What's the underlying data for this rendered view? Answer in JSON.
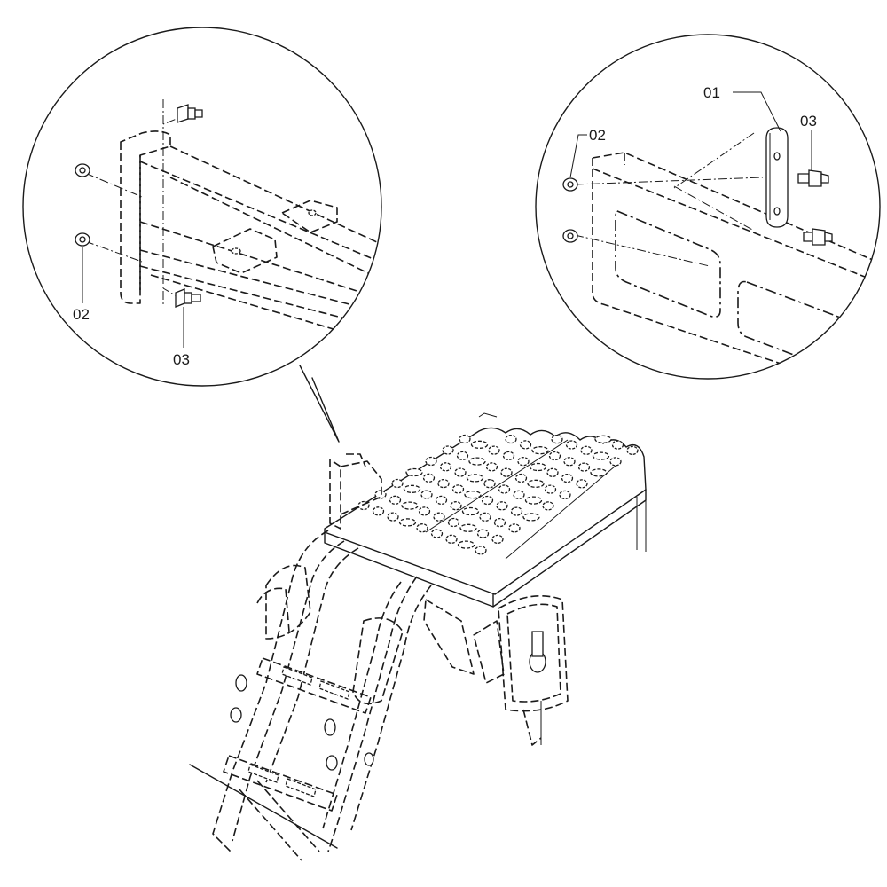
{
  "diagram": {
    "left_detail": {
      "callouts": [
        {
          "text": "02"
        },
        {
          "text": "03"
        }
      ]
    },
    "right_detail": {
      "callouts": [
        {
          "text": "01"
        },
        {
          "text": "02"
        },
        {
          "text": "03"
        }
      ]
    },
    "line_color": "#1a1a1a",
    "background": "#ffffff"
  }
}
